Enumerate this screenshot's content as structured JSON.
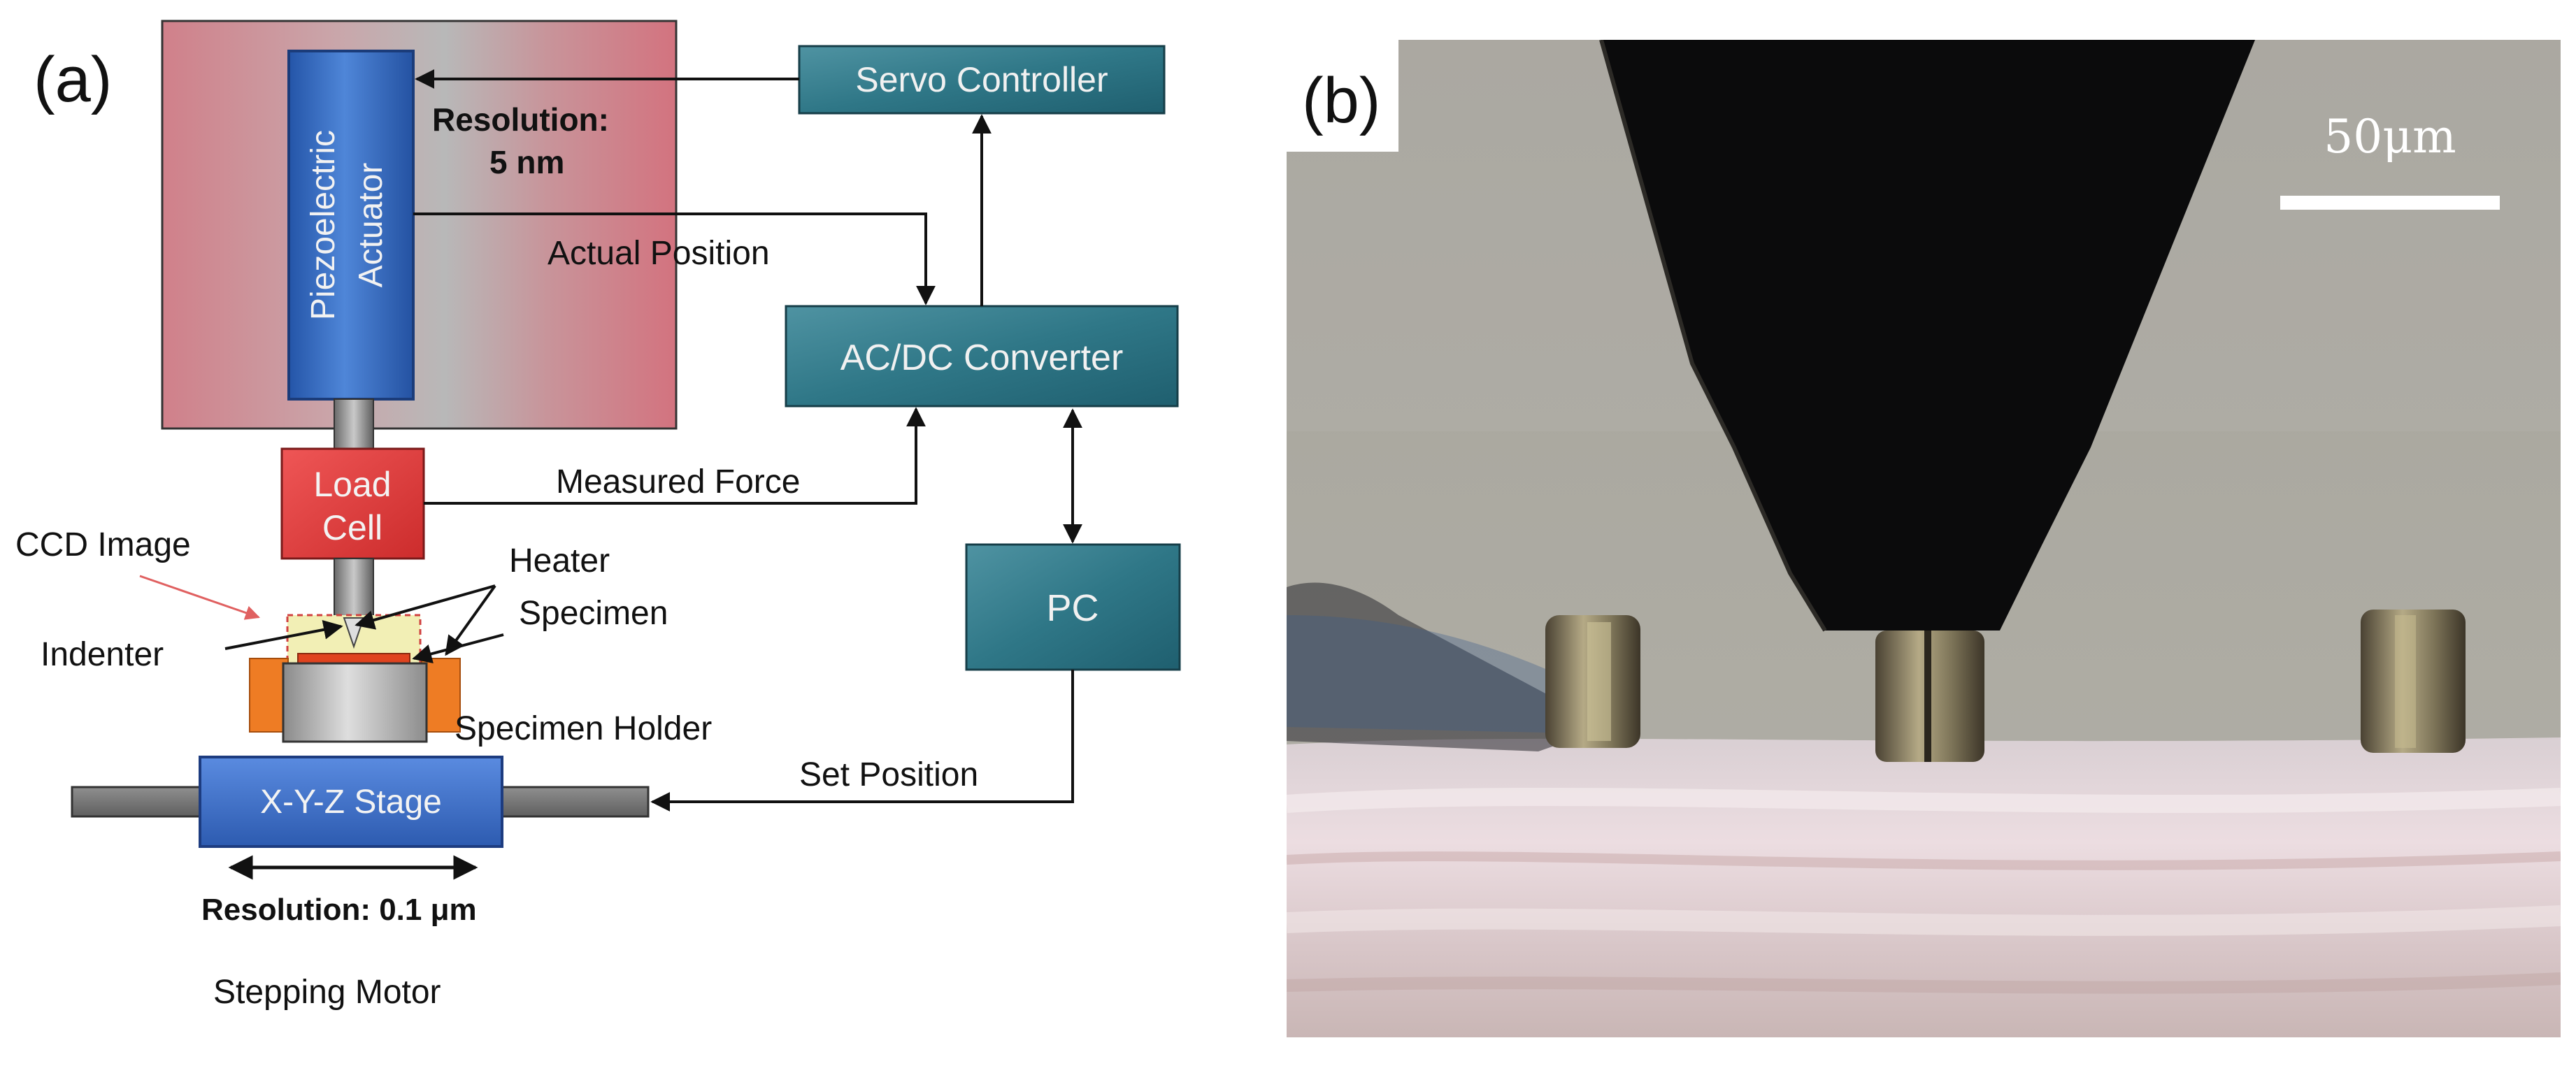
{
  "panel_a": {
    "label": "(a)",
    "blocks": {
      "piezo_line1": "Piezoelectric",
      "piezo_line2": "Actuator",
      "load_cell_line1": "Load",
      "load_cell_line2": "Cell",
      "servo": "Servo Controller",
      "acdc": "AC/DC Converter",
      "pc": "PC",
      "stage": "X-Y-Z Stage"
    },
    "labels": {
      "resolution_piezo_line1": "Resolution:",
      "resolution_piezo_line2": "5 nm",
      "actual_position": "Actual Position",
      "measured_force": "Measured Force",
      "set_position": "Set Position",
      "ccd_image": "CCD Image",
      "heater": "Heater",
      "specimen": "Specimen",
      "indenter": "Indenter",
      "specimen_holder": "Specimen Holder",
      "resolution_stage": "Resolution: 0.1 μm",
      "stepping_motor": "Stepping Motor"
    },
    "colors": {
      "block_teal": "#2e7383",
      "piezo_blue": "#2f62b8",
      "load_cell_red": "#e03a3a",
      "stage_blue": "#3567bd",
      "housing_pink": "#d27a86"
    }
  },
  "panel_b": {
    "label": "(b)",
    "scale_bar": "50μm"
  }
}
